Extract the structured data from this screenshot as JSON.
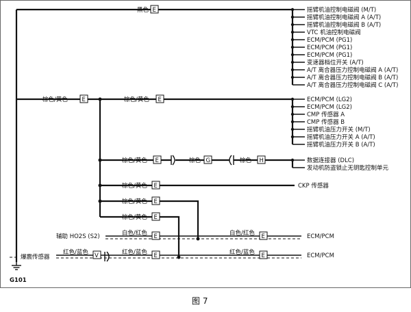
{
  "diagram": {
    "top": {
      "wire_label": "黑色",
      "connector": "E",
      "components": [
        "摇臂机油控制电磁阀 (M/T)",
        "摇臂机油控制电磁阀 A (A/T)",
        "摇臂机油控制电磁阀 B (A/T)",
        "VTC 机油控制电磁阀",
        "ECM/PCM (PG1)",
        "ECM/PCM (PG1)",
        "ECM/PCM (PG1)",
        "变速器档位开关 (A/T)",
        "A/T 离合器压力控制电磁阀 A (A/T)",
        "A/T 离合器压力控制电磁阀 B (A/T)",
        "A/T 离合器压力控制电磁阀 C (A/T)"
      ]
    },
    "mid": {
      "wire_label": "棕色/黄色",
      "connector": "E",
      "branch_label": "棕色/黄色",
      "branch_connector": "E",
      "components": [
        "ECM/PCM (LG2)",
        "ECM/PCM (LG2)",
        "CMP 传感器 A",
        "CMP 传感器 B",
        "摇臂机油压力开关 (M/T)",
        "摇臂机油压力开关 A (A/T)",
        "摇臂机油压力开关 B (A/T)"
      ]
    },
    "dlc": {
      "wire1": "棕色/黄色",
      "conn1": "E",
      "wire2": "棕色",
      "conn2": "G",
      "wire3": "棕色",
      "conn3": "H",
      "components": [
        "数据连接器 (DLC)",
        "发动机防盗锁止无钥匙控制单元"
      ]
    },
    "ckp": {
      "wire": "棕色/黄色",
      "connector": "E",
      "component": "CKP 传感器"
    },
    "shield1": {
      "wire": "棕色/黄色",
      "connector": "E"
    },
    "shield2": {
      "wire": "棕色/黄色",
      "connector": "E"
    },
    "ho2s": {
      "sensor": "辅助 HO2S (S2)",
      "wire_left": "白色/红色",
      "conn_left": "E",
      "wire_right": "白色/红色",
      "conn_right": "E",
      "component": "ECM/PCM"
    },
    "knock": {
      "sensor": "爆震传感器",
      "wire1": "红色/蓝色",
      "conn1": "V",
      "wire2": "红色/蓝色",
      "conn2": "E",
      "wire3": "红色/蓝色",
      "conn3": "E",
      "component": "ECM/PCM"
    },
    "ground": "G101",
    "figure_caption": "图 7"
  }
}
